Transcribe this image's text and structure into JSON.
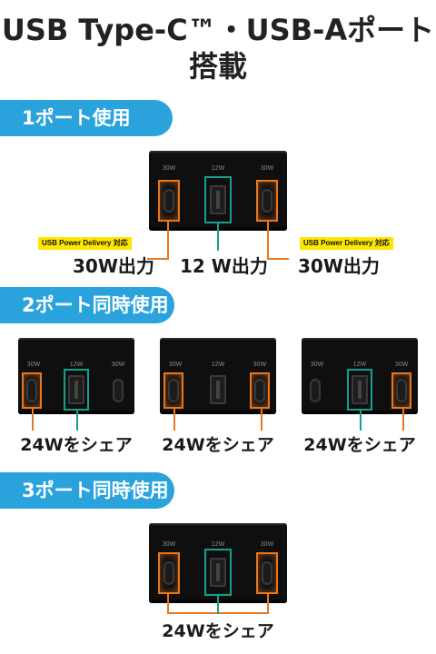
{
  "title": {
    "line1": "USB Type-C™・USB-Aポート",
    "line2": "搭載"
  },
  "sections": {
    "one_port": {
      "label": "1ポート使用"
    },
    "two_port": {
      "label": "2ポート同時使用"
    },
    "three_port": {
      "label": "3ポート同時使用"
    }
  },
  "port_labels": {
    "c": "30W",
    "a": "12W"
  },
  "one_port": {
    "badge": "USB Power Delivery 対応",
    "left_output": "30W出力",
    "middle_output": "12 W出力",
    "right_output": "30W出力"
  },
  "two_port": {
    "share_1": "24Wをシェア",
    "share_2": "24Wをシェア",
    "share_3": "24Wをシェア"
  },
  "three_port": {
    "share": "24Wをシェア"
  },
  "colors": {
    "accent_blue": "#2aa3dc",
    "usbc_highlight": "#e8771e",
    "usba_highlight": "#14a08c",
    "badge_yellow": "#ffe600"
  }
}
